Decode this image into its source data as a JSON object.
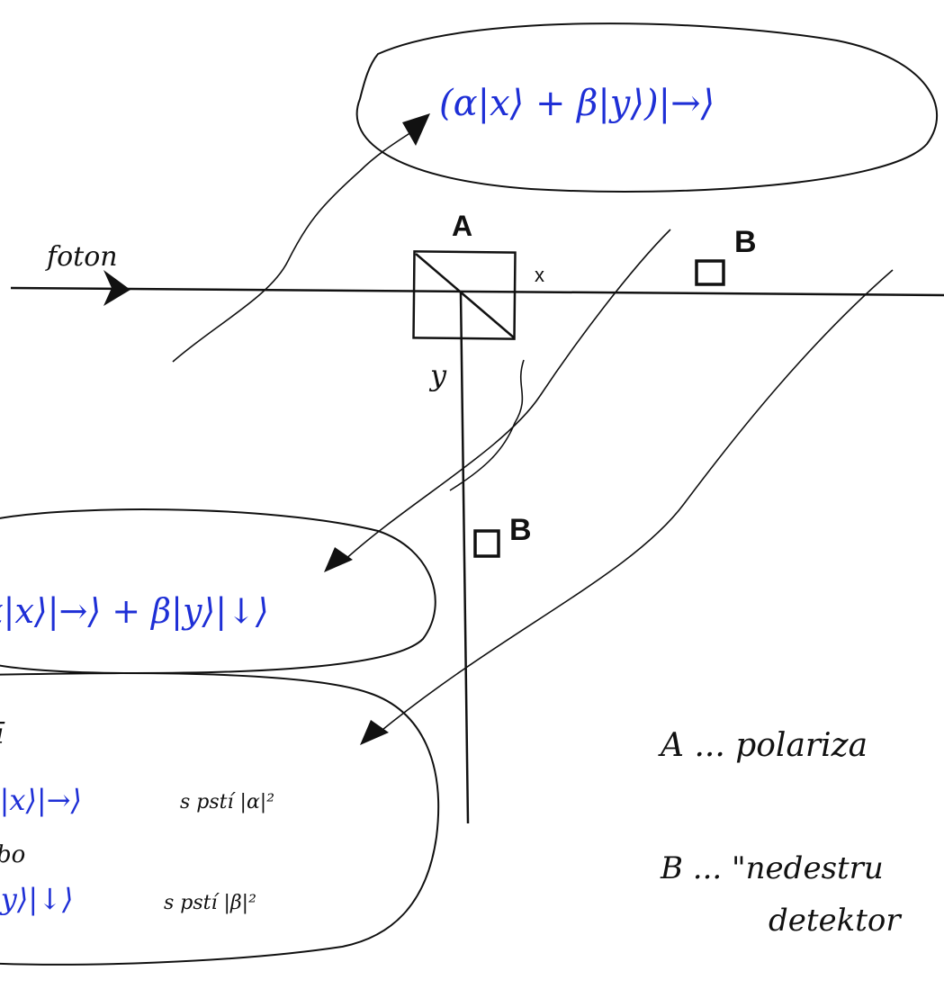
{
  "labels": {
    "photon": "foton",
    "polarizer_tag": "A",
    "detector_tag_right": "B",
    "detector_tag_down": "B",
    "path_x": "x",
    "path_y": "y"
  },
  "states": {
    "after_split": "(α|x⟩ + β|y⟩)|→⟩",
    "entangled": "α|x⟩|→⟩ + β|y⟩|↓⟩",
    "outcome_1_state": "α|x⟩|→⟩",
    "outcome_1_prob": "s pstí |α|²",
    "or_word": "bo",
    "outcome_2_state": "|y⟩|↓⟩",
    "outcome_2_prob": "s pstí |β|²",
    "fragment_i": "ī"
  },
  "legend": {
    "a_line": "A ... polariza",
    "b_line1": "B ... \"nedestru",
    "b_line2": "detektor"
  },
  "colors": {
    "ink": "#111111",
    "state_ink": "#1e2fd6"
  }
}
